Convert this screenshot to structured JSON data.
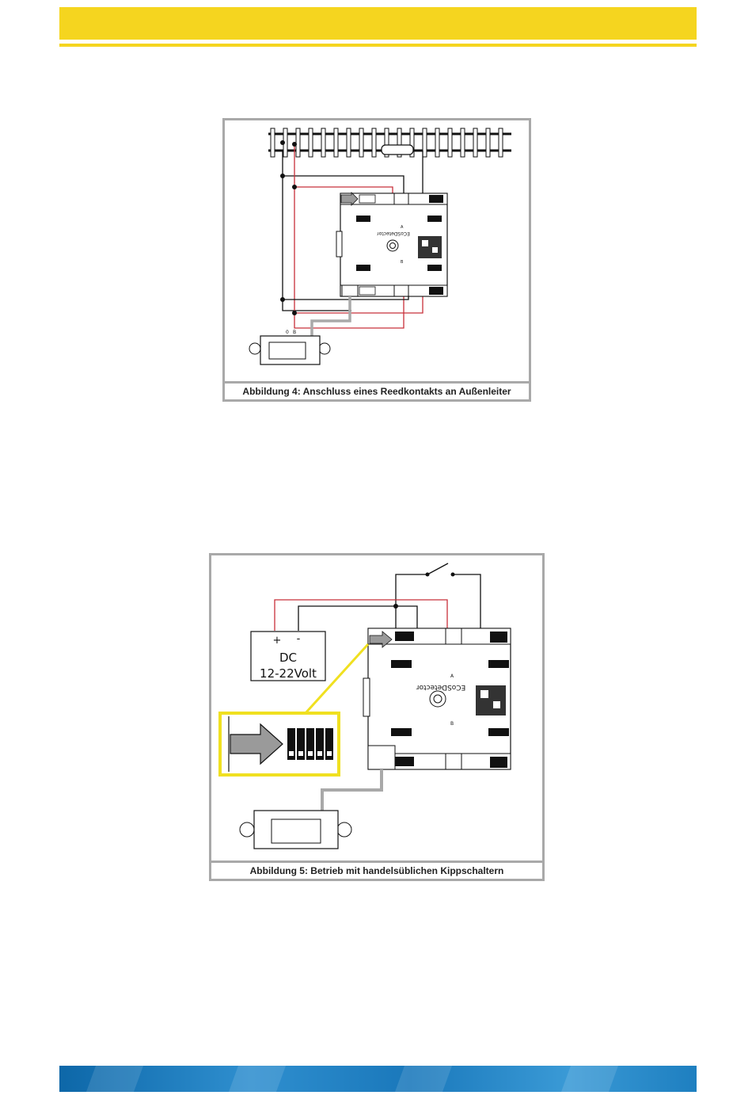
{
  "figure1": {
    "caption": "Abbildung 4: Anschluss eines Reedkontakts an Außenleiter",
    "module_brand": "ECoSDetector",
    "section_a": "A",
    "section_b": "B",
    "terminal_left": "0",
    "terminal_right": "B"
  },
  "figure2": {
    "caption": "Abbildung 5: Betrieb mit handelsüblichen Kippschaltern",
    "supply_plus": "+",
    "supply_minus": "-",
    "supply_type": "DC",
    "supply_voltage": "12-22Volt",
    "module_brand": "ECoSDetector",
    "section_a": "A",
    "section_b": "B"
  },
  "colors": {
    "header": "#f5d51f",
    "wire_red": "#c8303a",
    "wire_black": "#111111",
    "wire_grey": "#a9a9a9",
    "highlight": "#f0e020",
    "footer": "#1a78bb"
  }
}
